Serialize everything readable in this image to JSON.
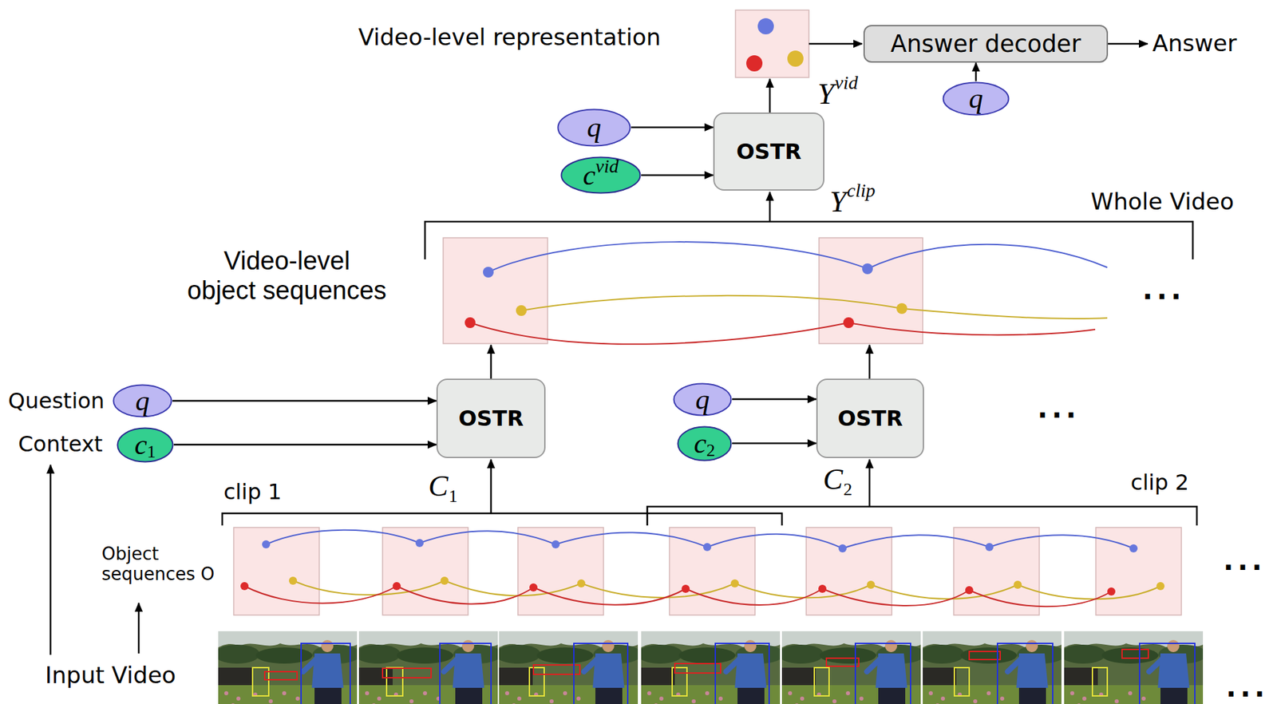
{
  "diagram": {
    "nodes": [
      {
        "text": [
          "Answer decoder"
        ]
      },
      {
        "text": [
          "q"
        ]
      },
      {
        "text": [
          "q"
        ]
      },
      {
        "text": [
          "OSTR"
        ]
      },
      {
        "text": [
          "c",
          "vid"
        ]
      },
      {
        "text": [
          "q"
        ]
      },
      {
        "text": [
          "OSTR"
        ]
      },
      {
        "text": [
          "q"
        ]
      },
      {
        "text": [
          "OSTR"
        ]
      },
      {
        "text": [
          "c",
          "1"
        ]
      },
      {
        "text": [
          "c",
          "2"
        ]
      }
    ],
    "edges": [
      {
        "from": 1,
        "to": 0,
        "arrow": "to"
      },
      {
        "from": 2,
        "to": 3,
        "arrow": "to"
      },
      {
        "from": 4,
        "to": 3,
        "arrow": "to"
      },
      {
        "from": 5,
        "to": 6,
        "arrow": "to"
      },
      {
        "from": 9,
        "to": 6,
        "arrow": "to"
      },
      {
        "from": 7,
        "to": 8,
        "arrow": "to"
      },
      {
        "from": 10,
        "to": 8,
        "arrow": "to"
      }
    ],
    "labels": [
      "Video-level representation",
      "Answer",
      "Y",
      "vid",
      "Y",
      "clip",
      "Whole Video",
      "Video-level object sequences",
      "...",
      "...",
      "Question",
      "Context",
      "clip 1",
      "C",
      "1",
      "C",
      "2",
      "clip 2",
      "Object sequences O",
      "...",
      "Input Video",
      "..."
    ]
  }
}
